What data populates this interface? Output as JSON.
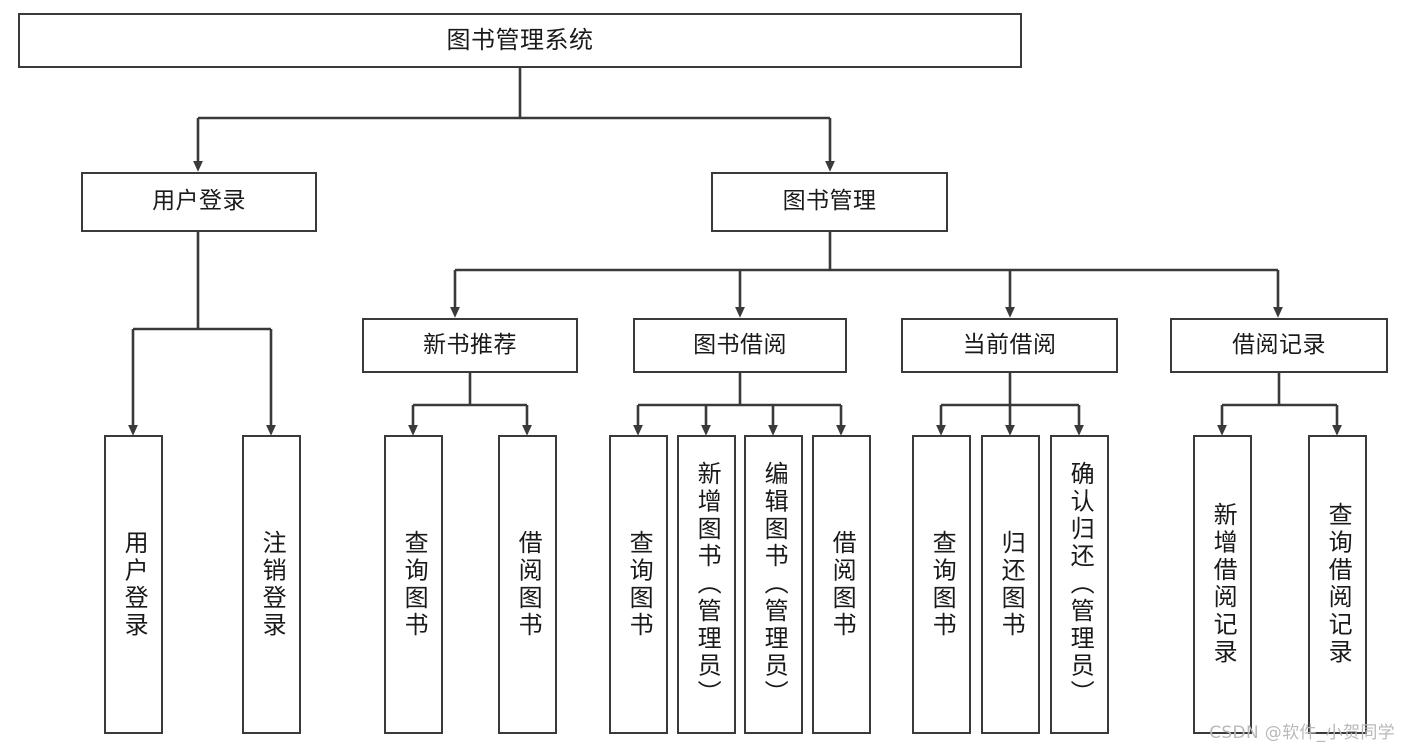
{
  "diagram": {
    "title": "图书管理系统",
    "type": "tree",
    "stroke_color": "#3a3a3a",
    "fill_color": "#ffffff",
    "text_color": "#1a1a1a",
    "levels": [
      {
        "level": 1,
        "nodes": [
          {
            "id": "root",
            "label": "图书管理系统",
            "orientation": "horizontal"
          }
        ]
      },
      {
        "level": 2,
        "nodes": [
          {
            "id": "login",
            "label": "用户登录",
            "orientation": "horizontal",
            "parent": "root"
          },
          {
            "id": "bookmgmt",
            "label": "图书管理",
            "orientation": "horizontal",
            "parent": "root"
          }
        ]
      },
      {
        "level": 3,
        "nodes": [
          {
            "id": "newbook",
            "label": "新书推荐",
            "orientation": "horizontal",
            "parent": "bookmgmt"
          },
          {
            "id": "borrow",
            "label": "图书借阅",
            "orientation": "horizontal",
            "parent": "bookmgmt"
          },
          {
            "id": "current",
            "label": "当前借阅",
            "orientation": "horizontal",
            "parent": "bookmgmt"
          },
          {
            "id": "records",
            "label": "借阅记录",
            "orientation": "horizontal",
            "parent": "bookmgmt"
          }
        ]
      },
      {
        "level": 4,
        "nodes": [
          {
            "id": "leaf1",
            "label": "用户登录",
            "orientation": "vertical",
            "parent": "login"
          },
          {
            "id": "leaf2",
            "label": "注销登录",
            "orientation": "vertical",
            "parent": "login"
          },
          {
            "id": "leaf3",
            "label": "查询图书",
            "orientation": "vertical",
            "parent": "newbook"
          },
          {
            "id": "leaf4",
            "label": "借阅图书",
            "orientation": "vertical",
            "parent": "newbook"
          },
          {
            "id": "leaf5",
            "label": "查询图书",
            "orientation": "vertical",
            "parent": "borrow"
          },
          {
            "id": "leaf6",
            "label": "新增图书（管理员）",
            "orientation": "vertical",
            "parent": "borrow"
          },
          {
            "id": "leaf7",
            "label": "编辑图书（管理员）",
            "orientation": "vertical",
            "parent": "borrow"
          },
          {
            "id": "leaf8",
            "label": "借阅图书",
            "orientation": "vertical",
            "parent": "borrow"
          },
          {
            "id": "leaf9",
            "label": "查询图书",
            "orientation": "vertical",
            "parent": "current"
          },
          {
            "id": "leaf10",
            "label": "归还图书",
            "orientation": "vertical",
            "parent": "current"
          },
          {
            "id": "leaf11",
            "label": "确认归还（管理员）",
            "orientation": "vertical",
            "parent": "current"
          },
          {
            "id": "leaf12",
            "label": "新增借阅记录",
            "orientation": "vertical",
            "parent": "records"
          },
          {
            "id": "leaf13",
            "label": "查询借阅记录",
            "orientation": "vertical",
            "parent": "records"
          }
        ]
      }
    ]
  },
  "watermark": {
    "text": "CSDN @软件_小贺同学"
  }
}
